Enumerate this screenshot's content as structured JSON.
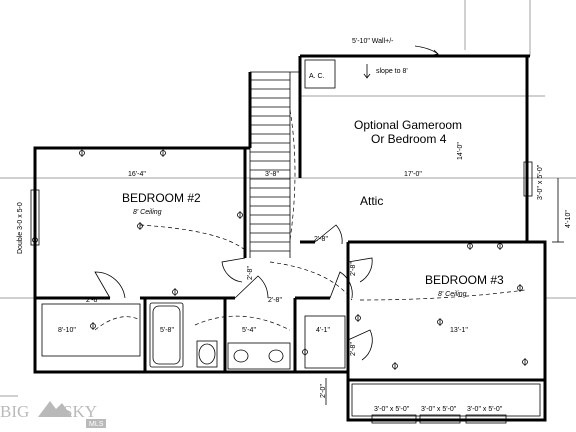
{
  "rooms": {
    "bedroom2": {
      "name": "BEDROOM #2",
      "ceiling": "8' Ceiling"
    },
    "bedroom3": {
      "name": "BEDROOM #3",
      "ceiling": "8' Ceiling"
    },
    "gameroom": {
      "line1": "Optional Gameroom",
      "line2": "Or Bedroom 4"
    },
    "attic": "Attic",
    "ac": "A. C."
  },
  "notes": {
    "wall": "5'-10\" Wall+/-",
    "slope": "slope to 8'"
  },
  "dimensions": {
    "bed2_width": "16'-4\"",
    "stair_width": "3'-8\"",
    "attic_width": "17'-0\"",
    "gameroom_depth": "14'-0\"",
    "right_offset": "4'-10\"",
    "right_window": "3'-0\" x 5'-0\"",
    "left_window": "Double 3-0 x 5-0",
    "closet_door_left": "2'-8\"",
    "closet_left": "8'-10\"",
    "bath_tub": "5'-8\"",
    "bath_vanity": "5'-4\"",
    "hall_door_a": "2'-8\"",
    "hall_door_b": "2'-8\"",
    "hall_door_c": "2'-8\"",
    "attic_door": "2'-8\"",
    "closet_right": "4'-1\"",
    "closet_door_right": "2'-8\"",
    "bed3_width": "13'-1\"",
    "bottom_offset": "2'-0\"",
    "bottom_window_1": "3'-0\" x 5'-0\"",
    "bottom_window_2": "3'-0\" x 5'-0\"",
    "bottom_window_3": "3'-0\" x 5'-0\""
  },
  "watermark": {
    "left": "BIG",
    "right": "SKY",
    "badge": "MLS"
  },
  "colors": {
    "ink": "#000000",
    "watermark": "#b9b9b9"
  }
}
